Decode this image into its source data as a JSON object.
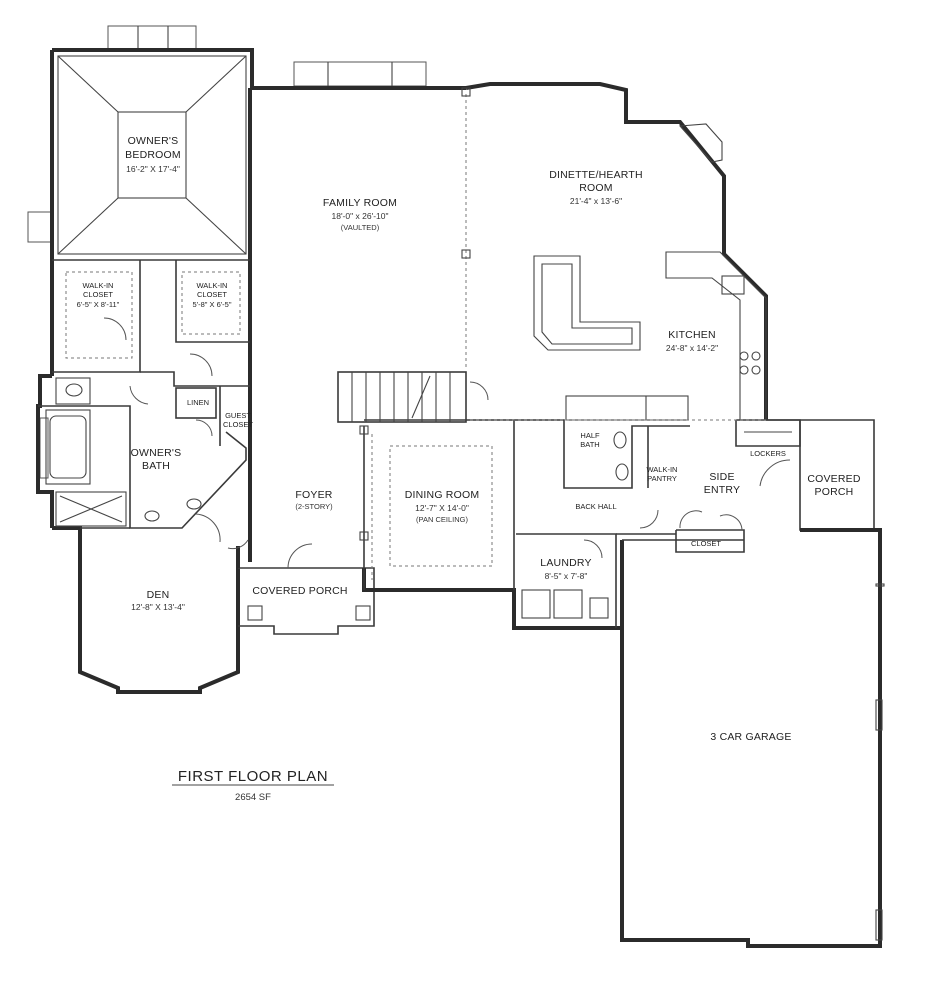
{
  "plan": {
    "title": "FIRST FLOOR PLAN",
    "area": "2654 SF"
  },
  "rooms": {
    "owners_bedroom": {
      "name1": "OWNER'S",
      "name2": "BEDROOM",
      "dim": "16'-2\" X 17'-4\""
    },
    "family_room": {
      "name": "FAMILY ROOM",
      "dim": "18'-0\" x 26'-10\"",
      "note": "(VAULTED)"
    },
    "dinette": {
      "name1": "DINETTE/HEARTH",
      "name2": "ROOM",
      "dim": "21'-4\" x 13'-6\""
    },
    "walkin_closet_1": {
      "name1": "WALK-IN",
      "name2": "CLOSET",
      "dim": "6'-5\" X 8'-11\""
    },
    "walkin_closet_2": {
      "name1": "WALK-IN",
      "name2": "CLOSET",
      "dim": "5'-8\" X 6'-5\""
    },
    "kitchen": {
      "name": "KITCHEN",
      "dim": "24'-8\" x 14'-2\""
    },
    "linen": {
      "name": "LINEN"
    },
    "guest_closet": {
      "name1": "GUEST",
      "name2": "CLOSET"
    },
    "owners_bath": {
      "name1": "OWNER'S",
      "name2": "BATH"
    },
    "half_bath": {
      "name1": "HALF",
      "name2": "BATH"
    },
    "walkin_pantry": {
      "name1": "WALK-IN",
      "name2": "PANTRY"
    },
    "lockers": {
      "name": "LOCKERS"
    },
    "side_entry": {
      "name1": "SIDE",
      "name2": "ENTRY"
    },
    "covered_porch_side": {
      "name1": "COVERED",
      "name2": "PORCH"
    },
    "foyer": {
      "name": "FOYER",
      "note": "(2-STORY)"
    },
    "dining_room": {
      "name": "DINING ROOM",
      "dim": "12'-7\" X 14'-0\"",
      "note": "(PAN CEILING)"
    },
    "back_hall": {
      "name": "BACK HALL"
    },
    "closet": {
      "name": "CLOSET"
    },
    "laundry": {
      "name": "LAUNDRY",
      "dim": "8'-5\" x 7'-8\""
    },
    "covered_porch_front": {
      "name": "COVERED PORCH"
    },
    "den": {
      "name": "DEN",
      "dim": "12'-8\" X 13'-4\""
    },
    "garage": {
      "name": "3 CAR GARAGE"
    }
  }
}
